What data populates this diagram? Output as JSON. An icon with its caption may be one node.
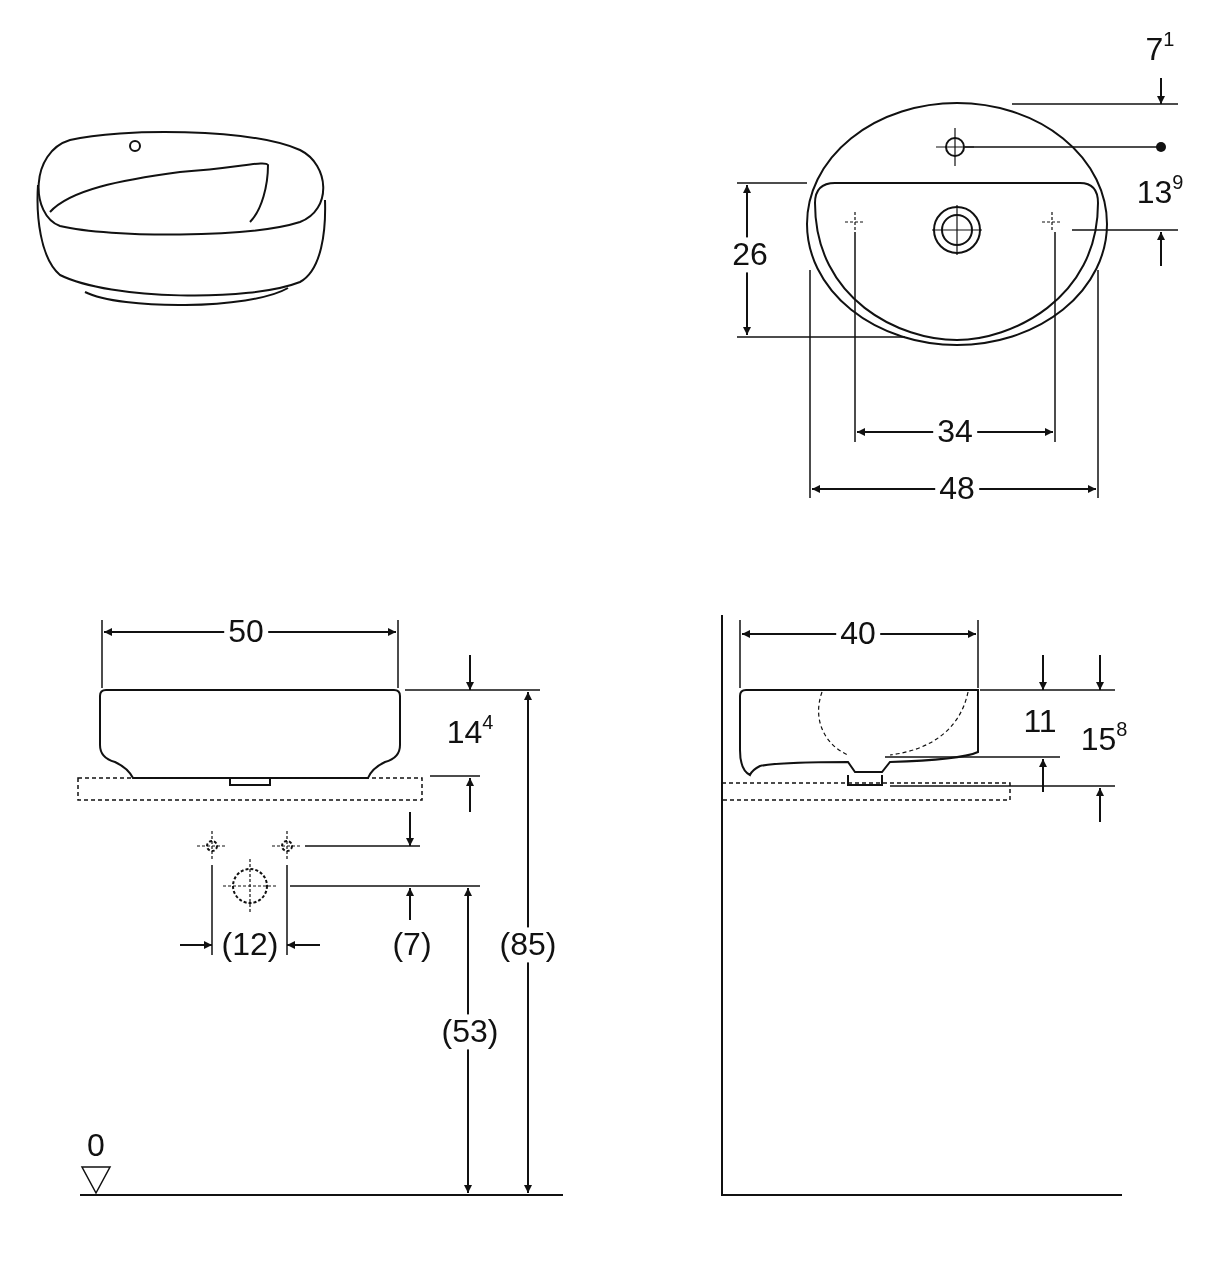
{
  "diagram": {
    "labels": [
      "7$^{1}$",
      "13$^{9}$",
      "26",
      "34",
      "48",
      "50",
      "40",
      "14$^{4}$",
      "11",
      "15$^{8}$",
      "(12)",
      "(7)",
      "(85)",
      "(53)",
      "0"
    ]
  }
}
